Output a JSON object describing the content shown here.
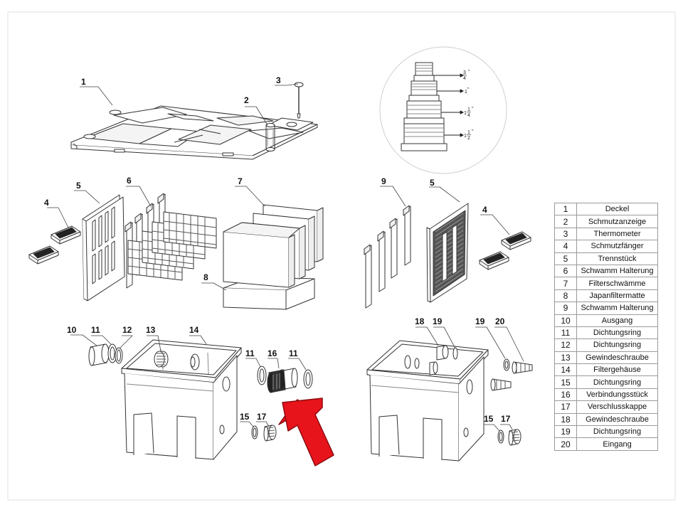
{
  "callouts": [
    "1",
    "2",
    "3",
    "4",
    "5",
    "6",
    "7",
    "8",
    "9",
    "5",
    "4",
    "10",
    "11",
    "12",
    "13",
    "14",
    "11",
    "16",
    "11",
    "15",
    "17",
    "18",
    "19",
    "19",
    "20",
    "15",
    "17"
  ],
  "hose_adapter": {
    "labels": [
      {
        "whole": "",
        "num": "3",
        "den": "4",
        "unit": "\""
      },
      {
        "whole": "1",
        "num": "",
        "den": "",
        "unit": "\""
      },
      {
        "whole": "1",
        "num": "1",
        "den": "4",
        "unit": "\""
      },
      {
        "whole": "1",
        "num": "1",
        "den": "2",
        "unit": "\""
      }
    ]
  },
  "parts": [
    {
      "num": "1",
      "name": "Deckel"
    },
    {
      "num": "2",
      "name": "Schmutzanzeige"
    },
    {
      "num": "3",
      "name": "Thermometer"
    },
    {
      "num": "4",
      "name": "Schmutzfänger"
    },
    {
      "num": "5",
      "name": "Trennstück"
    },
    {
      "num": "6",
      "name": "Schwamm Halterung"
    },
    {
      "num": "7",
      "name": "Filterschwämme"
    },
    {
      "num": "8",
      "name": "Japanfiltermatte"
    },
    {
      "num": "9",
      "name": "Schwamm Halterung"
    },
    {
      "num": "10",
      "name": "Ausgang"
    },
    {
      "num": "11",
      "name": "Dichtungsring"
    },
    {
      "num": "12",
      "name": "Dichtungsring"
    },
    {
      "num": "13",
      "name": "Gewindeschraube"
    },
    {
      "num": "14",
      "name": "Filtergehäuse"
    },
    {
      "num": "15",
      "name": "Dichtungsring"
    },
    {
      "num": "16",
      "name": "Verbindungsstück"
    },
    {
      "num": "17",
      "name": "Verschlusskappe"
    },
    {
      "num": "18",
      "name": "Gewindeschraube"
    },
    {
      "num": "19",
      "name": "Dichtungsring"
    },
    {
      "num": "20",
      "name": "Eingang"
    }
  ],
  "colors": {
    "line": "#333333",
    "arrow": "#e8141b",
    "arrow_edge": "#8c0b10",
    "table_border": "#9a9a9a"
  }
}
